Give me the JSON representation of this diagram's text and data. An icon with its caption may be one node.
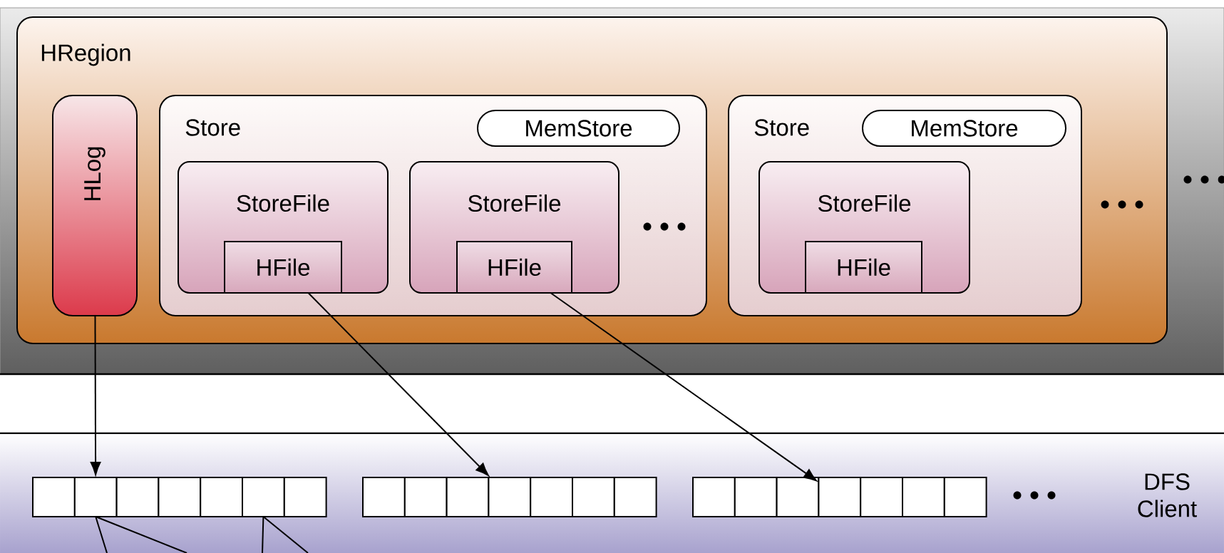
{
  "diagram": {
    "nodes": [
      {
        "text": [],
        "shape": "box"
      },
      {
        "text": [
          "HRegion"
        ],
        "in": 0
      },
      {
        "text": [
          "HLog"
        ],
        "in": 1
      },
      {
        "text": [
          "Store"
        ],
        "in": 1
      },
      {
        "text": [
          "MemStore"
        ],
        "in": 3
      },
      {
        "text": [
          "StoreFile"
        ],
        "in": 3
      },
      {
        "text": [
          "HFile"
        ],
        "in": 5
      },
      {
        "text": [
          "StoreFile"
        ],
        "in": 3
      },
      {
        "text": [
          "HFile"
        ],
        "in": 7
      },
      {
        "text": [
          "Store"
        ],
        "in": 1
      },
      {
        "text": [
          "MemStore"
        ],
        "in": 9
      },
      {
        "text": [
          "StoreFile"
        ],
        "in": 9
      },
      {
        "text": [
          "HFile"
        ],
        "in": 11
      },
      {
        "text": [
          "DFS Client"
        ]
      },
      {
        "text": [],
        "shape": "box",
        "in": 13
      },
      {
        "text": [],
        "shape": "box",
        "in": 13
      },
      {
        "text": [],
        "shape": "box",
        "in": 13
      },
      {
        "text": [],
        "shape": "box",
        "in": 13
      },
      {
        "text": [],
        "shape": "box",
        "in": 13
      },
      {
        "text": [],
        "shape": "box",
        "in": 13
      },
      {
        "text": [],
        "shape": "box",
        "in": 13
      },
      {
        "text": [],
        "shape": "box",
        "in": 13
      },
      {
        "text": [],
        "shape": "box",
        "in": 13
      },
      {
        "text": [],
        "shape": "box",
        "in": 13
      },
      {
        "text": [],
        "shape": "box",
        "in": 13
      },
      {
        "text": [],
        "shape": "box",
        "in": 13
      },
      {
        "text": [],
        "shape": "box",
        "in": 13
      },
      {
        "text": [],
        "shape": "box",
        "in": 13
      },
      {
        "text": [],
        "shape": "box",
        "in": 13
      },
      {
        "text": [],
        "shape": "box",
        "in": 13
      },
      {
        "text": [],
        "shape": "box",
        "in": 13
      },
      {
        "text": [],
        "shape": "box",
        "in": 13
      },
      {
        "text": [],
        "shape": "box",
        "in": 13
      },
      {
        "text": [],
        "shape": "box",
        "in": 13
      },
      {
        "text": [],
        "shape": "box",
        "in": 13
      }
    ],
    "edges": [
      {
        "from": 2,
        "to": 15,
        "arrow": "to"
      },
      {
        "from": 6,
        "to": 24,
        "arrow": "to"
      },
      {
        "from": 8,
        "to": 31,
        "arrow": "to"
      },
      {
        "from": 15,
        "to": null,
        "arrow": "none"
      },
      {
        "from": 15,
        "to": null,
        "arrow": "none"
      },
      {
        "from": 19,
        "to": null,
        "arrow": "none"
      },
      {
        "from": 19,
        "to": null,
        "arrow": "none"
      }
    ]
  }
}
